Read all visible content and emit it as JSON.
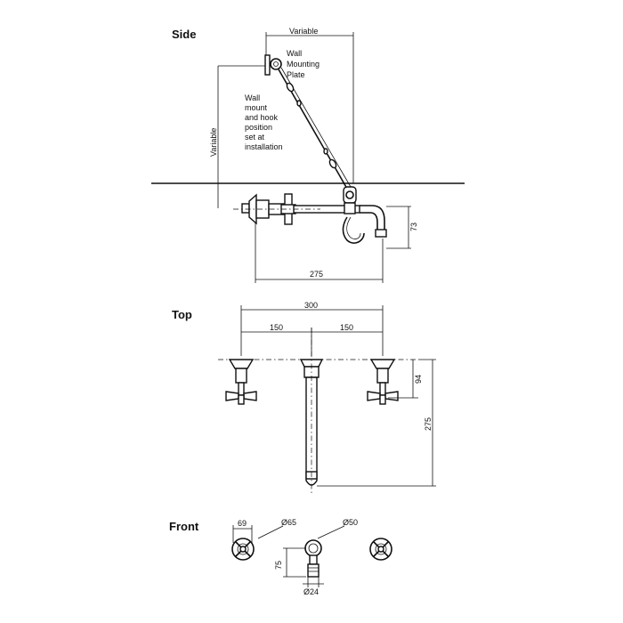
{
  "views": {
    "side": "Side",
    "top": "Top",
    "front": "Front"
  },
  "side_view": {
    "dim_variable_h": "Variable",
    "dim_variable_v": "Variable",
    "wall_plate_label": [
      "Wall",
      "Mounting",
      "Plate"
    ],
    "hook_note": [
      "Wall",
      "mount",
      "and hook",
      "position",
      "set at",
      "installation"
    ],
    "dim_height": "73",
    "dim_length": "275"
  },
  "top_view": {
    "dim_overall": "300",
    "dim_left": "150",
    "dim_right": "150",
    "dim_handle": "94",
    "dim_length": "275"
  },
  "front_view": {
    "dim_flange": "69",
    "dim_flange_dia": "Ø65",
    "dim_spout_dia": "Ø50",
    "dim_height": "75",
    "dim_outlet": "Ø24"
  }
}
